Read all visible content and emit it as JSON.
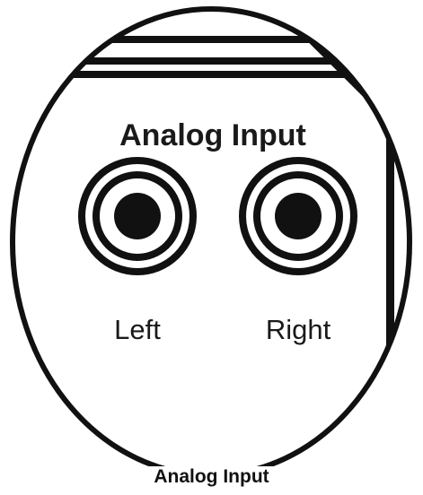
{
  "panel": {
    "title": "Analog Input",
    "jacks": [
      {
        "label": "Left"
      },
      {
        "label": "Right"
      }
    ]
  },
  "caption": "Analog Input",
  "colors": {
    "line": "#111111",
    "background": "#ffffff"
  }
}
